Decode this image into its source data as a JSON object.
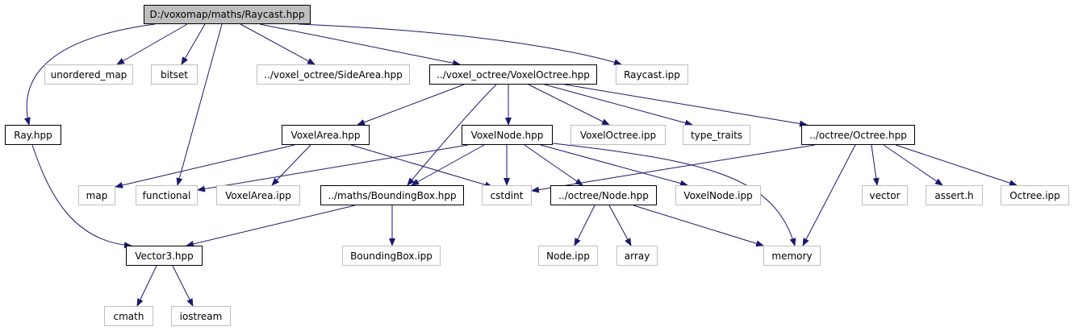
{
  "diagram": {
    "nodes": [
      {
        "id": "raycast_hpp",
        "label": "D:/voxomap/maths/Raycast.hpp",
        "kind": "root"
      },
      {
        "id": "unordered_map",
        "label": "unordered_map",
        "kind": "external"
      },
      {
        "id": "bitset",
        "label": "bitset",
        "kind": "external"
      },
      {
        "id": "sidearea_hpp",
        "label": "../voxel_octree/SideArea.hpp",
        "kind": "external"
      },
      {
        "id": "voxeloctree_hpp",
        "label": "../voxel_octree/VoxelOctree.hpp",
        "kind": "documented"
      },
      {
        "id": "raycast_ipp",
        "label": "Raycast.ipp",
        "kind": "external"
      },
      {
        "id": "ray_hpp",
        "label": "Ray.hpp",
        "kind": "documented"
      },
      {
        "id": "voxelarea_hpp",
        "label": "VoxelArea.hpp",
        "kind": "documented"
      },
      {
        "id": "voxelnode_hpp",
        "label": "VoxelNode.hpp",
        "kind": "documented"
      },
      {
        "id": "voxeloctree_ipp",
        "label": "VoxelOctree.ipp",
        "kind": "external"
      },
      {
        "id": "type_traits",
        "label": "type_traits",
        "kind": "external"
      },
      {
        "id": "octree_hpp",
        "label": "../octree/Octree.hpp",
        "kind": "documented"
      },
      {
        "id": "map",
        "label": "map",
        "kind": "external"
      },
      {
        "id": "functional",
        "label": "functional",
        "kind": "external"
      },
      {
        "id": "voxelarea_ipp",
        "label": "VoxelArea.ipp",
        "kind": "external"
      },
      {
        "id": "boundingbox_hpp",
        "label": "../maths/BoundingBox.hpp",
        "kind": "documented"
      },
      {
        "id": "cstdint",
        "label": "cstdint",
        "kind": "external"
      },
      {
        "id": "node_hpp",
        "label": "../octree/Node.hpp",
        "kind": "documented"
      },
      {
        "id": "voxelnode_ipp",
        "label": "VoxelNode.ipp",
        "kind": "external"
      },
      {
        "id": "vector",
        "label": "vector",
        "kind": "external"
      },
      {
        "id": "assert_h",
        "label": "assert.h",
        "kind": "external"
      },
      {
        "id": "octree_ipp",
        "label": "Octree.ipp",
        "kind": "external"
      },
      {
        "id": "vector3_hpp",
        "label": "Vector3.hpp",
        "kind": "documented"
      },
      {
        "id": "boundingbox_ipp",
        "label": "BoundingBox.ipp",
        "kind": "external"
      },
      {
        "id": "node_ipp",
        "label": "Node.ipp",
        "kind": "external"
      },
      {
        "id": "array",
        "label": "array",
        "kind": "external"
      },
      {
        "id": "memory",
        "label": "memory",
        "kind": "external"
      },
      {
        "id": "cmath",
        "label": "cmath",
        "kind": "external"
      },
      {
        "id": "iostream",
        "label": "iostream",
        "kind": "external"
      }
    ],
    "edges": [
      {
        "from": "raycast_hpp",
        "to": "ray_hpp"
      },
      {
        "from": "raycast_hpp",
        "to": "unordered_map"
      },
      {
        "from": "raycast_hpp",
        "to": "bitset"
      },
      {
        "from": "raycast_hpp",
        "to": "functional"
      },
      {
        "from": "raycast_hpp",
        "to": "sidearea_hpp"
      },
      {
        "from": "raycast_hpp",
        "to": "voxeloctree_hpp"
      },
      {
        "from": "raycast_hpp",
        "to": "raycast_ipp"
      },
      {
        "from": "ray_hpp",
        "to": "vector3_hpp"
      },
      {
        "from": "voxeloctree_hpp",
        "to": "voxelarea_hpp"
      },
      {
        "from": "voxeloctree_hpp",
        "to": "boundingbox_hpp"
      },
      {
        "from": "voxeloctree_hpp",
        "to": "voxelnode_hpp"
      },
      {
        "from": "voxeloctree_hpp",
        "to": "voxeloctree_ipp"
      },
      {
        "from": "voxeloctree_hpp",
        "to": "type_traits"
      },
      {
        "from": "voxeloctree_hpp",
        "to": "octree_hpp"
      },
      {
        "from": "voxelarea_hpp",
        "to": "map"
      },
      {
        "from": "voxelarea_hpp",
        "to": "voxelarea_ipp"
      },
      {
        "from": "voxelarea_hpp",
        "to": "cstdint"
      },
      {
        "from": "voxelnode_hpp",
        "to": "functional"
      },
      {
        "from": "voxelnode_hpp",
        "to": "boundingbox_hpp"
      },
      {
        "from": "voxelnode_hpp",
        "to": "cstdint"
      },
      {
        "from": "voxelnode_hpp",
        "to": "node_hpp"
      },
      {
        "from": "voxelnode_hpp",
        "to": "voxelnode_ipp"
      },
      {
        "from": "voxelnode_hpp",
        "to": "memory"
      },
      {
        "from": "octree_hpp",
        "to": "cstdint"
      },
      {
        "from": "octree_hpp",
        "to": "memory"
      },
      {
        "from": "octree_hpp",
        "to": "vector"
      },
      {
        "from": "octree_hpp",
        "to": "assert_h"
      },
      {
        "from": "octree_hpp",
        "to": "octree_ipp"
      },
      {
        "from": "boundingbox_hpp",
        "to": "vector3_hpp"
      },
      {
        "from": "boundingbox_hpp",
        "to": "boundingbox_ipp"
      },
      {
        "from": "node_hpp",
        "to": "node_ipp"
      },
      {
        "from": "node_hpp",
        "to": "array"
      },
      {
        "from": "node_hpp",
        "to": "memory"
      },
      {
        "from": "vector3_hpp",
        "to": "cmath"
      },
      {
        "from": "vector3_hpp",
        "to": "iostream"
      }
    ]
  },
  "colors": {
    "edge": "#191970",
    "documented_border": "#000000",
    "external_border": "#bfbfbf",
    "root_fill": "#bfbfbf"
  }
}
